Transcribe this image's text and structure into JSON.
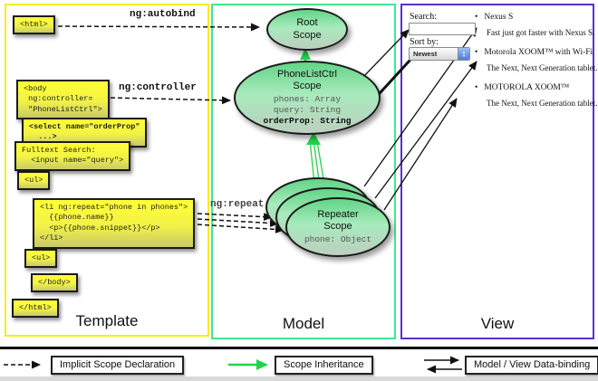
{
  "panels": {
    "template": {
      "label": "Template"
    },
    "model": {
      "label": "Model"
    },
    "view": {
      "label": "View"
    }
  },
  "template_boxes": {
    "html_open": "<html>",
    "body_open": "<body\n ng:controller=\n \"PhoneListCtrl\">",
    "select": "<select name=\"orderProp\"\n  ...>",
    "fulltext": "Fulltext Search:\n  <input name=\"query\">",
    "ul_open": "<ul>",
    "li_repeat": "<li ng:repeat=\"phone in phones\">\n  {{phone.name}}\n  <p>{{phone.snippet}}</p>\n</li>",
    "ul_close": "<ul>",
    "body_close": "</body>",
    "html_close": "</html>"
  },
  "edge_labels": {
    "autobind": "ng:autobind",
    "controller": "ng:controller",
    "repeat": "ng:repeat"
  },
  "model": {
    "root_scope": {
      "title": "Root\nScope"
    },
    "phonelist_scope": {
      "title": "PhoneListCtrl\nScope",
      "prop1": "phones: Array",
      "prop2": "query: String",
      "prop3": "orderProp: String"
    },
    "repeater_scope": {
      "title": "Repeater\nScope",
      "prop": "phone: Object"
    }
  },
  "view": {
    "search_label": "Search:",
    "search_value": "",
    "sort_label": "Sort by:",
    "sort_value": "Newest",
    "bullet_char": "•",
    "items": [
      {
        "name": "Nexus S",
        "snippet": "Fast just got faster with Nexus S."
      },
      {
        "name": "Motorola XOOM™ with Wi-Fi",
        "snippet": "The Next, Next Generation tablet."
      },
      {
        "name": "MOTOROLA XOOM™",
        "snippet": "The Next, Next Generation tablet."
      }
    ]
  },
  "legend": {
    "implicit": "Implicit Scope Declaration",
    "inheritance": "Scope Inheritance",
    "databinding": "Model / View Data-binding"
  },
  "colors": {
    "template_border": "#f5ee1a",
    "model_border": "#3fe98f",
    "view_border": "#5b2fd0",
    "scope_fill_top": "#62d586",
    "codebox_fill": "#ffff35",
    "inheritance_arrow": "#22d44a",
    "arrow_black": "#111111"
  }
}
